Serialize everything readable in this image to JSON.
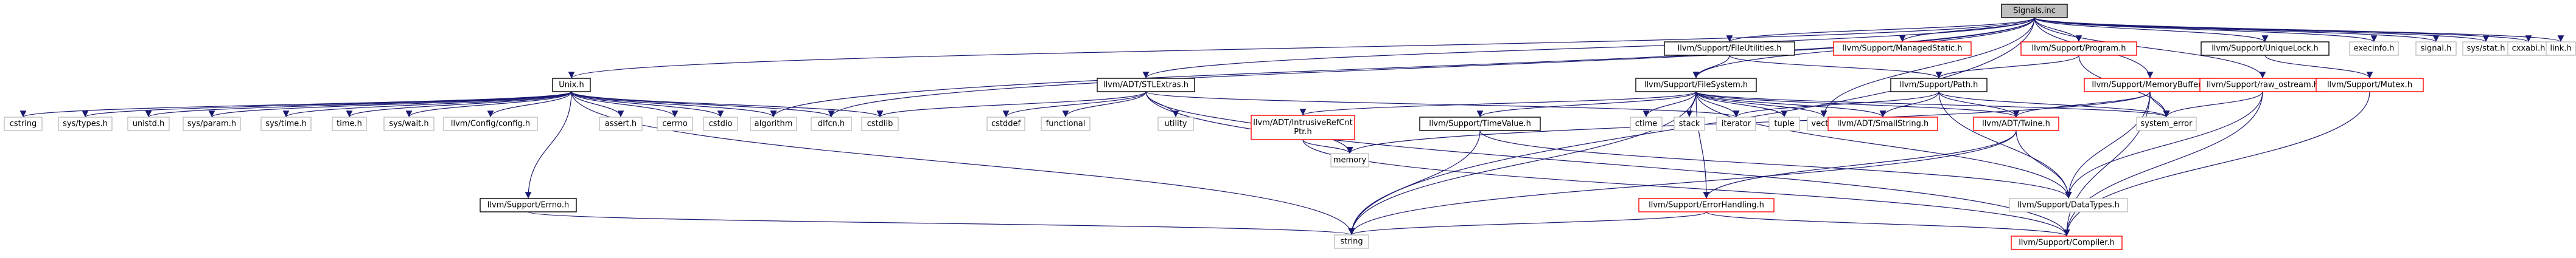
{
  "colors": {
    "edge": "#191970",
    "root_fill": "#bfbfbf",
    "normal_border": "#000000",
    "broken_border": "#ff0000",
    "gray_border": "#bfbfbf",
    "text": "#000000"
  },
  "nodes": [
    {
      "id": "signals_inc",
      "label": "Signals.inc",
      "style": "root"
    },
    {
      "id": "unix_h",
      "label": "Unix.h",
      "style": "normal"
    },
    {
      "id": "stlextras_h",
      "label": "llvm/ADT/STLExtras.h",
      "style": "normal"
    },
    {
      "id": "fileutilities_h",
      "label": "llvm/Support/FileUtilities.h",
      "style": "normal"
    },
    {
      "id": "managedstatic_h",
      "label": "llvm/Support/ManagedStatic.h",
      "style": "broken"
    },
    {
      "id": "program_h",
      "label": "llvm/Support/Program.h",
      "style": "broken"
    },
    {
      "id": "memorybuffer_h",
      "label": "llvm/Support/MemoryBuffer.h",
      "style": "broken"
    },
    {
      "id": "uniquelock_h",
      "label": "llvm/Support/UniqueLock.h",
      "style": "normal"
    },
    {
      "id": "execinfo_h",
      "label": "execinfo.h",
      "style": "gray"
    },
    {
      "id": "signal_h",
      "label": "signal.h",
      "style": "gray"
    },
    {
      "id": "sysstat_h",
      "label": "sys/stat.h",
      "style": "gray"
    },
    {
      "id": "cxxabi_h",
      "label": "cxxabi.h",
      "style": "gray"
    },
    {
      "id": "link_h",
      "label": "link.h",
      "style": "gray"
    },
    {
      "id": "filesystem_h",
      "label": "llvm/Support/FileSystem.h",
      "style": "normal"
    },
    {
      "id": "path_h",
      "label": "llvm/Support/Path.h",
      "style": "normal"
    },
    {
      "id": "raw_ostream_h",
      "label": "llvm/Support/raw_ostream.h",
      "style": "broken"
    },
    {
      "id": "mutex_h",
      "label": "llvm/Support/Mutex.h",
      "style": "broken"
    },
    {
      "id": "cstring",
      "label": "cstring",
      "style": "gray"
    },
    {
      "id": "systypes_h",
      "label": "sys/types.h",
      "style": "gray"
    },
    {
      "id": "unistd_h",
      "label": "unistd.h",
      "style": "gray"
    },
    {
      "id": "sysparam_h",
      "label": "sys/param.h",
      "style": "gray"
    },
    {
      "id": "systime_h",
      "label": "sys/time.h",
      "style": "gray"
    },
    {
      "id": "time_h",
      "label": "time.h",
      "style": "gray"
    },
    {
      "id": "syswait_h",
      "label": "sys/wait.h",
      "style": "gray"
    },
    {
      "id": "config_h",
      "label": "llvm/Config/config.h",
      "style": "gray"
    },
    {
      "id": "assert_h",
      "label": "assert.h",
      "style": "gray"
    },
    {
      "id": "cerrno",
      "label": "cerrno",
      "style": "gray"
    },
    {
      "id": "cstdio",
      "label": "cstdio",
      "style": "gray"
    },
    {
      "id": "algorithm",
      "label": "algorithm",
      "style": "gray"
    },
    {
      "id": "dlfcn_h",
      "label": "dlfcn.h",
      "style": "gray"
    },
    {
      "id": "cstdlib",
      "label": "cstdlib",
      "style": "gray"
    },
    {
      "id": "cstddef",
      "label": "cstddef",
      "style": "gray"
    },
    {
      "id": "functional",
      "label": "functional",
      "style": "gray"
    },
    {
      "id": "utility",
      "label": "utility",
      "style": "gray"
    },
    {
      "id": "intrusiverefcntptr_h",
      "label": "llvm/ADT/IntrusiveRefCnt\nPtr.h",
      "style": "broken"
    },
    {
      "id": "timevalue_h",
      "label": "llvm/Support/TimeValue.h",
      "style": "normal"
    },
    {
      "id": "ctime",
      "label": "ctime",
      "style": "gray"
    },
    {
      "id": "stack",
      "label": "stack",
      "style": "gray"
    },
    {
      "id": "iterator",
      "label": "iterator",
      "style": "gray"
    },
    {
      "id": "tuple",
      "label": "tuple",
      "style": "gray"
    },
    {
      "id": "vector",
      "label": "vector",
      "style": "gray"
    },
    {
      "id": "smallstring_h",
      "label": "llvm/ADT/SmallString.h",
      "style": "broken"
    },
    {
      "id": "twine_h",
      "label": "llvm/ADT/Twine.h",
      "style": "broken"
    },
    {
      "id": "system_error",
      "label": "system_error",
      "style": "gray"
    },
    {
      "id": "errno_h",
      "label": "llvm/Support/Errno.h",
      "style": "normal"
    },
    {
      "id": "memory",
      "label": "memory",
      "style": "gray"
    },
    {
      "id": "errorhandling_h",
      "label": "llvm/Support/ErrorHandling.h",
      "style": "broken"
    },
    {
      "id": "datatypes_h",
      "label": "llvm/Support/DataTypes.h",
      "style": "gray"
    },
    {
      "id": "string",
      "label": "string",
      "style": "gray"
    },
    {
      "id": "compiler_h",
      "label": "llvm/Support/Compiler.h",
      "style": "broken"
    }
  ],
  "edges": [
    [
      "signals_inc",
      "unix_h"
    ],
    [
      "signals_inc",
      "stlextras_h"
    ],
    [
      "signals_inc",
      "fileutilities_h"
    ],
    [
      "signals_inc",
      "managedstatic_h"
    ],
    [
      "signals_inc",
      "program_h"
    ],
    [
      "signals_inc",
      "memorybuffer_h"
    ],
    [
      "signals_inc",
      "uniquelock_h"
    ],
    [
      "signals_inc",
      "execinfo_h"
    ],
    [
      "signals_inc",
      "signal_h"
    ],
    [
      "signals_inc",
      "sysstat_h"
    ],
    [
      "signals_inc",
      "cxxabi_h"
    ],
    [
      "signals_inc",
      "link_h"
    ],
    [
      "signals_inc",
      "raw_ostream_h"
    ],
    [
      "signals_inc",
      "algorithm"
    ],
    [
      "signals_inc",
      "dlfcn_h"
    ],
    [
      "signals_inc",
      "vector"
    ],
    [
      "signals_inc",
      "string"
    ],
    [
      "signals_inc",
      "filesystem_h"
    ],
    [
      "unix_h",
      "cstring"
    ],
    [
      "unix_h",
      "systypes_h"
    ],
    [
      "unix_h",
      "unistd_h"
    ],
    [
      "unix_h",
      "sysparam_h"
    ],
    [
      "unix_h",
      "systime_h"
    ],
    [
      "unix_h",
      "time_h"
    ],
    [
      "unix_h",
      "syswait_h"
    ],
    [
      "unix_h",
      "config_h"
    ],
    [
      "unix_h",
      "assert_h"
    ],
    [
      "unix_h",
      "cerrno"
    ],
    [
      "unix_h",
      "cstdio"
    ],
    [
      "unix_h",
      "algorithm"
    ],
    [
      "unix_h",
      "dlfcn_h"
    ],
    [
      "unix_h",
      "cstdlib"
    ],
    [
      "unix_h",
      "errno_h"
    ],
    [
      "unix_h",
      "string"
    ],
    [
      "stlextras_h",
      "cstdlib"
    ],
    [
      "stlextras_h",
      "cstddef"
    ],
    [
      "stlextras_h",
      "functional"
    ],
    [
      "stlextras_h",
      "utility"
    ],
    [
      "stlextras_h",
      "iterator"
    ],
    [
      "stlextras_h",
      "memory"
    ],
    [
      "stlextras_h",
      "compiler_h"
    ],
    [
      "fileutilities_h",
      "filesystem_h"
    ],
    [
      "fileutilities_h",
      "path_h"
    ],
    [
      "program_h",
      "path_h"
    ],
    [
      "program_h",
      "system_error"
    ],
    [
      "memorybuffer_h",
      "twine_h"
    ],
    [
      "memorybuffer_h",
      "system_error"
    ],
    [
      "memorybuffer_h",
      "datatypes_h"
    ],
    [
      "memorybuffer_h",
      "compiler_h"
    ],
    [
      "memorybuffer_h",
      "memory"
    ],
    [
      "uniquelock_h",
      "mutex_h"
    ],
    [
      "raw_ostream_h",
      "system_error"
    ],
    [
      "raw_ostream_h",
      "datatypes_h"
    ],
    [
      "raw_ostream_h",
      "compiler_h"
    ],
    [
      "mutex_h",
      "compiler_h"
    ],
    [
      "filesystem_h",
      "intrusiverefcntptr_h"
    ],
    [
      "filesystem_h",
      "timevalue_h"
    ],
    [
      "filesystem_h",
      "ctime"
    ],
    [
      "filesystem_h",
      "stack"
    ],
    [
      "filesystem_h",
      "iterator"
    ],
    [
      "filesystem_h",
      "tuple"
    ],
    [
      "filesystem_h",
      "vector"
    ],
    [
      "filesystem_h",
      "smallstring_h"
    ],
    [
      "filesystem_h",
      "twine_h"
    ],
    [
      "filesystem_h",
      "system_error"
    ],
    [
      "filesystem_h",
      "errorhandling_h"
    ],
    [
      "filesystem_h",
      "datatypes_h"
    ],
    [
      "filesystem_h",
      "string"
    ],
    [
      "path_h",
      "twine_h"
    ],
    [
      "path_h",
      "smallstring_h"
    ],
    [
      "path_h",
      "iterator"
    ],
    [
      "path_h",
      "system_error"
    ],
    [
      "path_h",
      "datatypes_h"
    ],
    [
      "intrusiverefcntptr_h",
      "memory"
    ],
    [
      "intrusiverefcntptr_h",
      "compiler_h"
    ],
    [
      "timevalue_h",
      "datatypes_h"
    ],
    [
      "timevalue_h",
      "string"
    ],
    [
      "twine_h",
      "errorhandling_h"
    ],
    [
      "twine_h",
      "datatypes_h"
    ],
    [
      "twine_h",
      "string"
    ],
    [
      "errorhandling_h",
      "compiler_h"
    ],
    [
      "errorhandling_h",
      "string"
    ],
    [
      "errno_h",
      "string"
    ]
  ]
}
